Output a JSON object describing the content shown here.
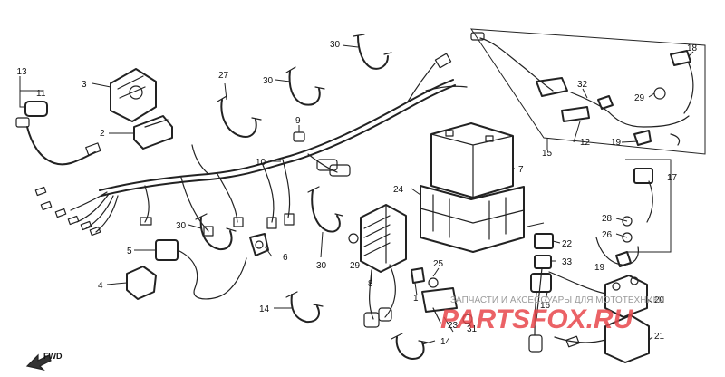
{
  "callouts": {
    "c2": "2",
    "c3": "3",
    "c4": "4",
    "c5": "5",
    "c6": "6",
    "c7": "7",
    "c8": "8",
    "c9": "9",
    "c10": "10",
    "c11": "11",
    "c12": "12",
    "c13": "13",
    "c14a": "14",
    "c14b": "14",
    "c15": "15",
    "c16": "16",
    "c17": "17",
    "c18": "18",
    "c19a": "19",
    "c19b": "19",
    "c20": "20",
    "c21": "21",
    "c22": "22",
    "c23": "23",
    "c24": "24",
    "c25": "25",
    "c26": "26",
    "c27": "27",
    "c28": "28",
    "c29a": "29",
    "c29b": "29",
    "c30a": "30",
    "c30b": "30",
    "c30c": "30",
    "c30d": "30",
    "c31": "31",
    "c32": "32",
    "c33": "33",
    "c1": "1"
  },
  "direction_label": "FWD",
  "watermark": {
    "text": "ЗАПЧАСТИ И АКСЕССУАРЫ ДЛЯ МОТОТЕХНИКИ",
    "logo": "PARTSFOX.RU",
    "red": "#e8474c"
  }
}
